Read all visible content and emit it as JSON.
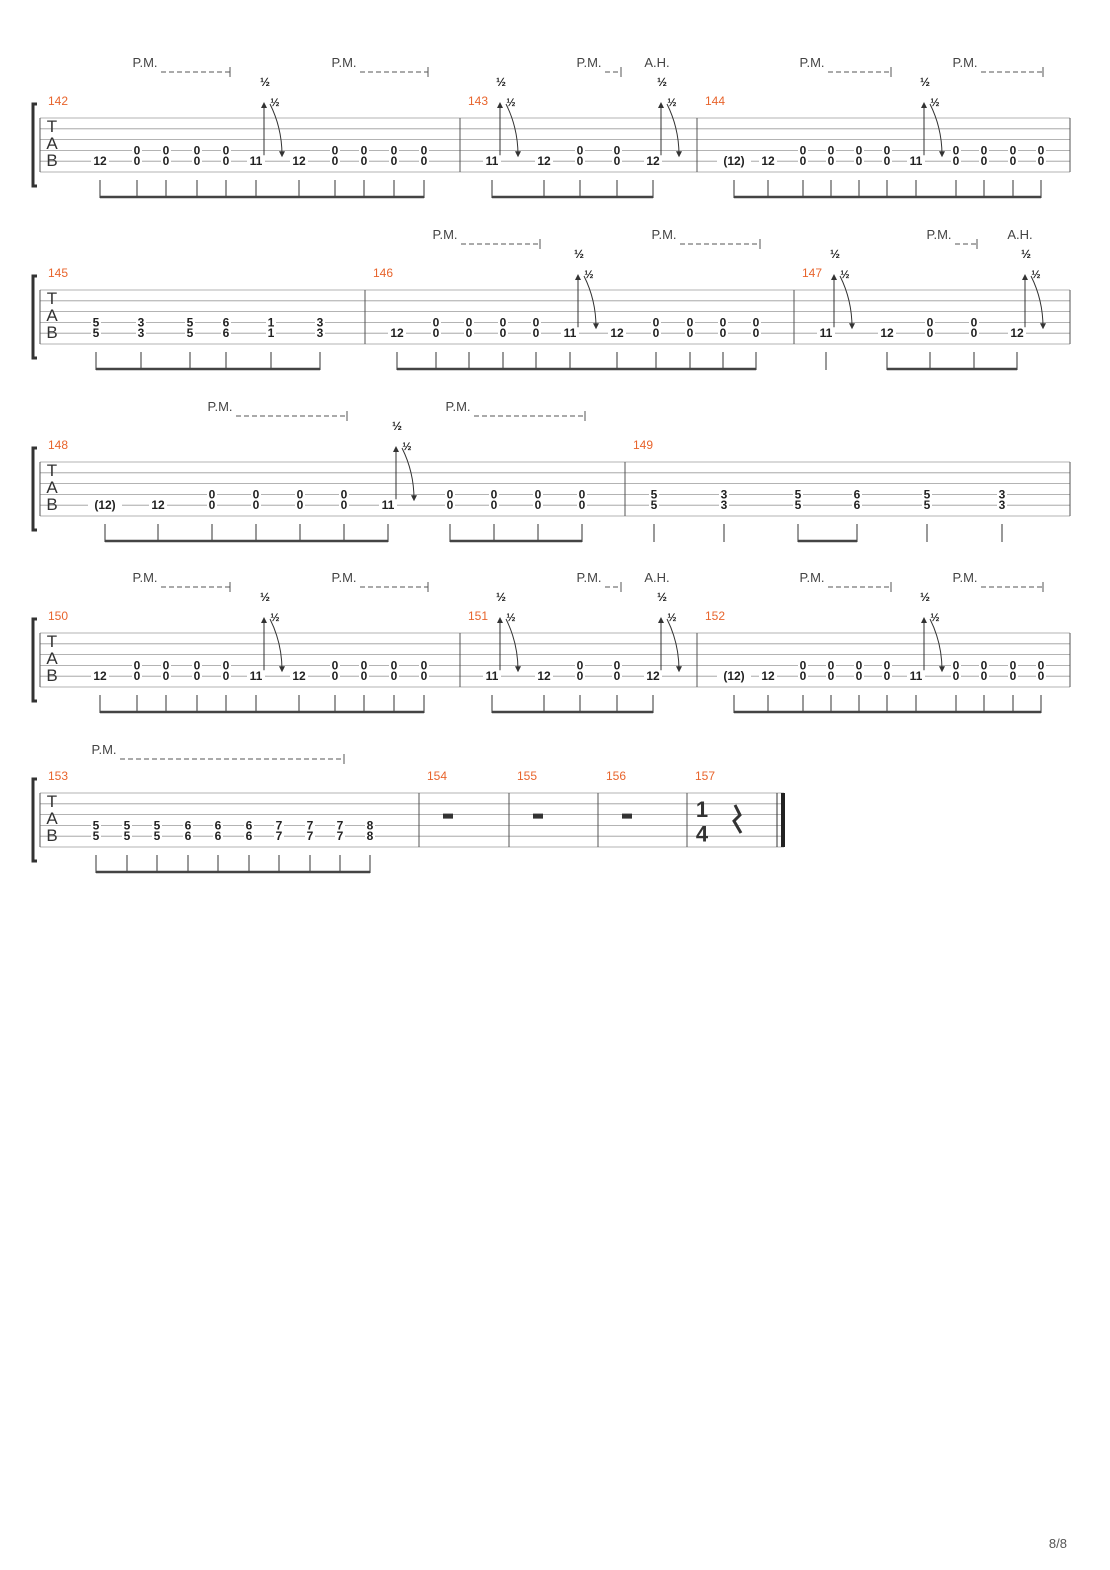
{
  "page_number": "8/8",
  "annotations": {
    "pm": "P.M.",
    "ah": "A.H.",
    "bend": "½"
  },
  "systems": [
    {
      "pm": [
        [
          133,
          "P.M."
        ],
        [
          332,
          "P.M."
        ],
        [
          577,
          "P.M."
        ],
        [
          800,
          "P.M."
        ],
        [
          953,
          "P.M."
        ]
      ],
      "ah": [
        [
          646,
          "A.H."
        ]
      ],
      "measures": [
        {
          "num": "142",
          "notes": [
            {
              "fret": "12",
              "string": 5
            },
            {
              "fret": "0",
              "string": 4
            },
            {
              "fret": "0",
              "string": 5
            },
            {
              "fret": "0",
              "string": 4
            },
            {
              "fret": "0",
              "string": 5
            },
            {
              "fret": "0",
              "string": 4
            },
            {
              "fret": "0",
              "string": 5
            },
            {
              "fret": "0",
              "string": 4
            },
            {
              "fret": "0",
              "string": 5
            },
            {
              "fret": "11",
              "string": 5,
              "bend": "½"
            },
            {
              "fret": "12",
              "string": 5
            },
            {
              "fret": "0",
              "string": 4
            },
            {
              "fret": "0",
              "string": 5
            },
            {
              "fret": "0",
              "string": 4
            },
            {
              "fret": "0",
              "string": 5
            },
            {
              "fret": "0",
              "string": 4
            },
            {
              "fret": "0",
              "string": 5
            },
            {
              "fret": "0",
              "string": 4
            },
            {
              "fret": "0",
              "string": 5
            }
          ]
        },
        {
          "num": "143",
          "notes": [
            {
              "fret": "11",
              "string": 5,
              "bend": "½"
            },
            {
              "fret": "12",
              "string": 5
            },
            {
              "fret": "0",
              "string": 4
            },
            {
              "fret": "0",
              "string": 5
            },
            {
              "fret": "0",
              "string": 4
            },
            {
              "fret": "0",
              "string": 5
            },
            {
              "fret": "12",
              "string": 5,
              "bend": "½",
              "ah": true
            }
          ]
        },
        {
          "num": "144",
          "notes": [
            {
              "fret": "(12)",
              "string": 5
            },
            {
              "fret": "12",
              "string": 5
            },
            {
              "fret": "0",
              "string": 4
            },
            {
              "fret": "0",
              "string": 5
            },
            {
              "fret": "0",
              "string": 4
            },
            {
              "fret": "0",
              "string": 5
            },
            {
              "fret": "0",
              "string": 4
            },
            {
              "fret": "0",
              "string": 5
            },
            {
              "fret": "0",
              "string": 4
            },
            {
              "fret": "0",
              "string": 5
            },
            {
              "fret": "11",
              "string": 5,
              "bend": "½"
            },
            {
              "fret": "0",
              "string": 4
            },
            {
              "fret": "0",
              "string": 5
            },
            {
              "fret": "0",
              "string": 4
            },
            {
              "fret": "0",
              "string": 5
            },
            {
              "fret": "0",
              "string": 4
            },
            {
              "fret": "0",
              "string": 5
            },
            {
              "fret": "0",
              "string": 4
            },
            {
              "fret": "0",
              "string": 5
            }
          ]
        }
      ]
    },
    {
      "pm": [
        [
          433,
          "P.M."
        ],
        [
          652,
          "P.M."
        ],
        [
          927,
          "P.M."
        ]
      ],
      "ah": [
        [
          1009,
          "A.H."
        ]
      ],
      "measures": [
        {
          "num": "145",
          "notes": [
            {
              "fret": "5",
              "string": 4
            },
            {
              "fret": "5",
              "string": 5
            },
            {
              "fret": "3",
              "string": 4
            },
            {
              "fret": "3",
              "string": 5
            },
            {
              "fret": "5",
              "string": 4
            },
            {
              "fret": "5",
              "string": 5
            },
            {
              "fret": "6",
              "string": 4
            },
            {
              "fret": "6",
              "string": 5
            },
            {
              "fret": "1",
              "string": 4
            },
            {
              "fret": "1",
              "string": 5
            },
            {
              "fret": "3",
              "string": 4
            },
            {
              "fret": "3",
              "string": 5
            }
          ]
        },
        {
          "num": "146",
          "notes": [
            {
              "fret": "12",
              "string": 5
            },
            {
              "fret": "0",
              "string": 4
            },
            {
              "fret": "0",
              "string": 5
            },
            {
              "fret": "0",
              "string": 4
            },
            {
              "fret": "0",
              "string": 5
            },
            {
              "fret": "0",
              "string": 4
            },
            {
              "fret": "0",
              "string": 5
            },
            {
              "fret": "0",
              "string": 4
            },
            {
              "fret": "0",
              "string": 5
            },
            {
              "fret": "11",
              "string": 5,
              "bend": "½"
            },
            {
              "fret": "12",
              "string": 5
            },
            {
              "fret": "0",
              "string": 4
            },
            {
              "fret": "0",
              "string": 5
            },
            {
              "fret": "0",
              "string": 4
            },
            {
              "fret": "0",
              "string": 5
            },
            {
              "fret": "0",
              "string": 4
            },
            {
              "fret": "0",
              "string": 5
            },
            {
              "fret": "0",
              "string": 4
            },
            {
              "fret": "0",
              "string": 5
            }
          ]
        },
        {
          "num": "147",
          "notes": [
            {
              "fret": "11",
              "string": 5,
              "bend": "½"
            },
            {
              "fret": "12",
              "string": 5
            },
            {
              "fret": "0",
              "string": 4
            },
            {
              "fret": "0",
              "string": 5
            },
            {
              "fret": "0",
              "string": 4
            },
            {
              "fret": "0",
              "string": 5
            },
            {
              "fret": "12",
              "string": 5,
              "bend": "½",
              "ah": true
            }
          ]
        }
      ]
    },
    {
      "pm": [
        [
          208,
          "P.M."
        ],
        [
          446,
          "P.M."
        ]
      ],
      "ah": [],
      "measures": [
        {
          "num": "148",
          "notes": [
            {
              "fret": "(12)",
              "string": 5
            },
            {
              "fret": "12",
              "string": 5
            },
            {
              "fret": "0",
              "string": 4
            },
            {
              "fret": "0",
              "string": 5
            },
            {
              "fret": "0",
              "string": 4
            },
            {
              "fret": "0",
              "string": 5
            },
            {
              "fret": "0",
              "string": 4
            },
            {
              "fret": "0",
              "string": 5
            },
            {
              "fret": "0",
              "string": 4
            },
            {
              "fret": "0",
              "string": 5
            },
            {
              "fret": "11",
              "string": 5,
              "bend": "½"
            },
            {
              "fret": "0",
              "string": 4
            },
            {
              "fret": "0",
              "string": 5
            },
            {
              "fret": "0",
              "string": 4
            },
            {
              "fret": "0",
              "string": 5
            },
            {
              "fret": "0",
              "string": 4
            },
            {
              "fret": "0",
              "string": 5
            },
            {
              "fret": "0",
              "string": 4
            },
            {
              "fret": "0",
              "string": 5
            }
          ]
        },
        {
          "num": "149",
          "notes": [
            {
              "fret": "5",
              "string": 4
            },
            {
              "fret": "5",
              "string": 5
            },
            {
              "fret": "3",
              "string": 4
            },
            {
              "fret": "3",
              "string": 5
            },
            {
              "fret": "5",
              "string": 4
            },
            {
              "fret": "5",
              "string": 5
            },
            {
              "fret": "6",
              "string": 4
            },
            {
              "fret": "6",
              "string": 5
            },
            {
              "fret": "5",
              "string": 4
            },
            {
              "fret": "5",
              "string": 5
            },
            {
              "fret": "3",
              "string": 4
            },
            {
              "fret": "3",
              "string": 5
            }
          ]
        }
      ]
    },
    {
      "pm": [
        [
          133,
          "P.M."
        ],
        [
          332,
          "P.M."
        ],
        [
          577,
          "P.M."
        ],
        [
          800,
          "P.M."
        ],
        [
          953,
          "P.M."
        ]
      ],
      "ah": [
        [
          646,
          "A.H."
        ]
      ],
      "measures": [
        {
          "num": "150",
          "notes": [
            {
              "fret": "12",
              "string": 5
            },
            {
              "fret": "0",
              "string": 4
            },
            {
              "fret": "0",
              "string": 5
            },
            {
              "fret": "0",
              "string": 4
            },
            {
              "fret": "0",
              "string": 5
            },
            {
              "fret": "0",
              "string": 4
            },
            {
              "fret": "0",
              "string": 5
            },
            {
              "fret": "0",
              "string": 4
            },
            {
              "fret": "0",
              "string": 5
            },
            {
              "fret": "11",
              "string": 5,
              "bend": "½"
            },
            {
              "fret": "12",
              "string": 5
            },
            {
              "fret": "0",
              "string": 4
            },
            {
              "fret": "0",
              "string": 5
            },
            {
              "fret": "0",
              "string": 4
            },
            {
              "fret": "0",
              "string": 5
            },
            {
              "fret": "0",
              "string": 4
            },
            {
              "fret": "0",
              "string": 5
            },
            {
              "fret": "0",
              "string": 4
            },
            {
              "fret": "0",
              "string": 5
            }
          ]
        },
        {
          "num": "151",
          "notes": [
            {
              "fret": "11",
              "string": 5,
              "bend": "½"
            },
            {
              "fret": "12",
              "string": 5
            },
            {
              "fret": "0",
              "string": 4
            },
            {
              "fret": "0",
              "string": 5
            },
            {
              "fret": "0",
              "string": 4
            },
            {
              "fret": "0",
              "string": 5
            },
            {
              "fret": "12",
              "string": 5,
              "bend": "½",
              "ah": true
            }
          ]
        },
        {
          "num": "152",
          "notes": [
            {
              "fret": "(12)",
              "string": 5
            },
            {
              "fret": "12",
              "string": 5
            },
            {
              "fret": "0",
              "string": 4
            },
            {
              "fret": "0",
              "string": 5
            },
            {
              "fret": "0",
              "string": 4
            },
            {
              "fret": "0",
              "string": 5
            },
            {
              "fret": "0",
              "string": 4
            },
            {
              "fret": "0",
              "string": 5
            },
            {
              "fret": "0",
              "string": 4
            },
            {
              "fret": "0",
              "string": 5
            },
            {
              "fret": "11",
              "string": 5,
              "bend": "½"
            },
            {
              "fret": "0",
              "string": 4
            },
            {
              "fret": "0",
              "string": 5
            },
            {
              "fret": "0",
              "string": 4
            },
            {
              "fret": "0",
              "string": 5
            },
            {
              "fret": "0",
              "string": 4
            },
            {
              "fret": "0",
              "string": 5
            },
            {
              "fret": "0",
              "string": 4
            },
            {
              "fret": "0",
              "string": 5
            }
          ]
        }
      ]
    },
    {
      "pm": [
        [
          92,
          "P.M."
        ]
      ],
      "ah": [],
      "measures": [
        {
          "num": "153",
          "notes": [
            {
              "fret": "5",
              "string": 4
            },
            {
              "fret": "5",
              "string": 5
            },
            {
              "fret": "5",
              "string": 4
            },
            {
              "fret": "5",
              "string": 5
            },
            {
              "fret": "5",
              "string": 4
            },
            {
              "fret": "5",
              "string": 5
            },
            {
              "fret": "6",
              "string": 4
            },
            {
              "fret": "6",
              "string": 5
            },
            {
              "fret": "6",
              "string": 4
            },
            {
              "fret": "6",
              "string": 5
            },
            {
              "fret": "6",
              "string": 4
            },
            {
              "fret": "6",
              "string": 5
            },
            {
              "fret": "7",
              "string": 4
            },
            {
              "fret": "7",
              "string": 5
            },
            {
              "fret": "7",
              "string": 4
            },
            {
              "fret": "7",
              "string": 5
            },
            {
              "fret": "7",
              "string": 4
            },
            {
              "fret": "7",
              "string": 5
            },
            {
              "fret": "8",
              "string": 4
            },
            {
              "fret": "8",
              "string": 5
            }
          ]
        },
        {
          "num": "154",
          "rest": "whole"
        },
        {
          "num": "155",
          "rest": "whole"
        },
        {
          "num": "156",
          "rest": "whole"
        },
        {
          "num": "157",
          "rest": "quarter",
          "time_signature": [
            "1",
            "4"
          ],
          "final": true
        }
      ]
    }
  ]
}
